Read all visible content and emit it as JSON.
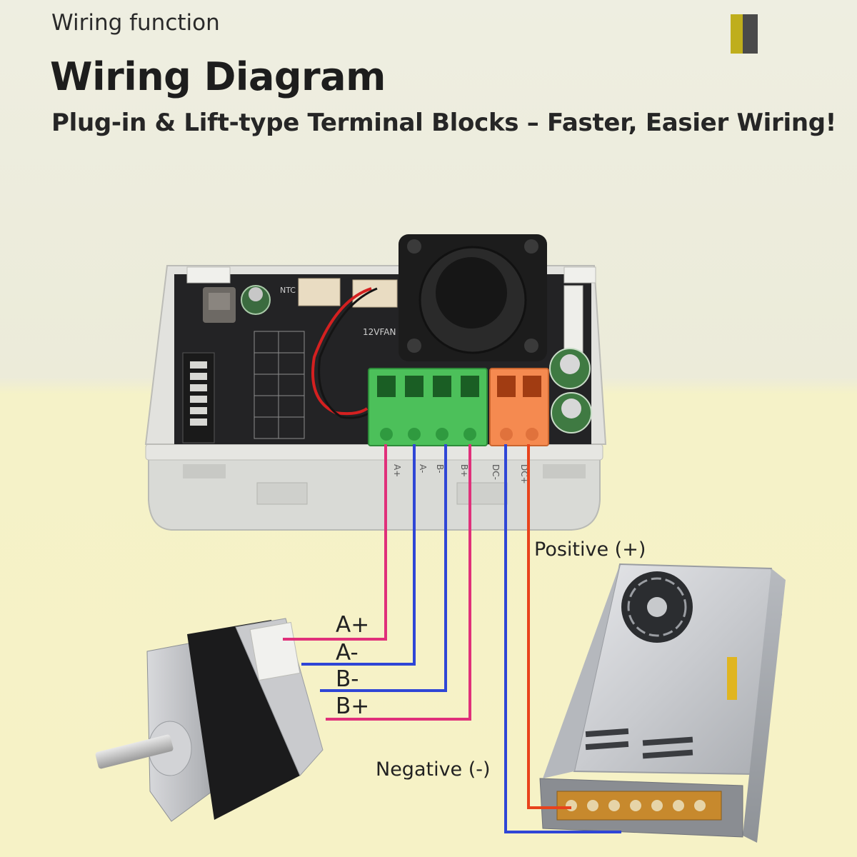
{
  "header": {
    "kicker": "Wiring function",
    "title": "Wiring Diagram",
    "subtitle": "Plug-in & Lift-type Terminal Blocks – Faster, Easier Wiring!"
  },
  "brand_colors": {
    "yellow": "#bfae1c",
    "gray": "#4a4a4a"
  },
  "controller": {
    "connector_labels": [
      "NTC",
      "12VFAN"
    ],
    "terminal_labels": [
      "A+",
      "A-",
      "B-",
      "B+",
      "DC-",
      "DC+"
    ]
  },
  "wires": {
    "motor": [
      "A+",
      "A-",
      "B-",
      "B+"
    ],
    "power_positive": "Positive (+)",
    "power_negative": "Negative (-)"
  },
  "colors": {
    "wire_pink": "#e0307a",
    "wire_blue": "#2f46d6",
    "wire_red": "#e8431c",
    "terminal_green": "#4cc05a",
    "terminal_orange": "#f58a50"
  }
}
